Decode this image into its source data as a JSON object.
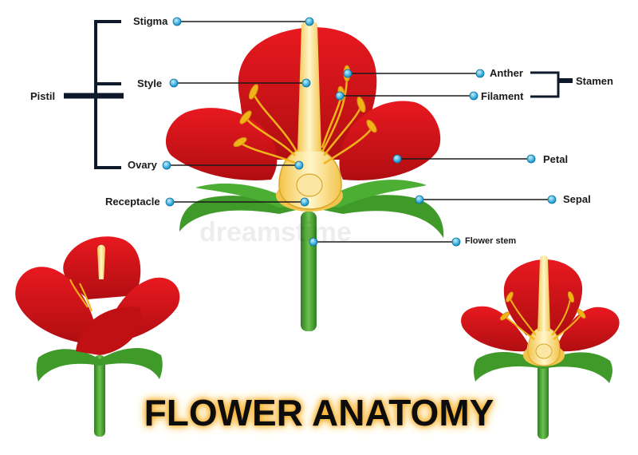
{
  "title": "FLOWER ANATOMY",
  "watermark": "dreamstime",
  "labels": {
    "stigma": "Stigma",
    "style": "Style",
    "pistil": "Pistil",
    "ovary": "Ovary",
    "receptacle": "Receptacle",
    "anther": "Anther",
    "filament": "Filament",
    "stamen": "Stamen",
    "petal": "Petal",
    "sepal": "Sepal",
    "flower_stem": "Flower stem"
  },
  "colors": {
    "petal": "#e0161b",
    "petal_dark": "#a80d10",
    "sepal": "#3f9a2a",
    "stem": "#4aa337",
    "pistil": "#f7d774",
    "stamen": "#f0b419",
    "bracket": "#0e1a2b",
    "dot": "#29b6e8"
  }
}
